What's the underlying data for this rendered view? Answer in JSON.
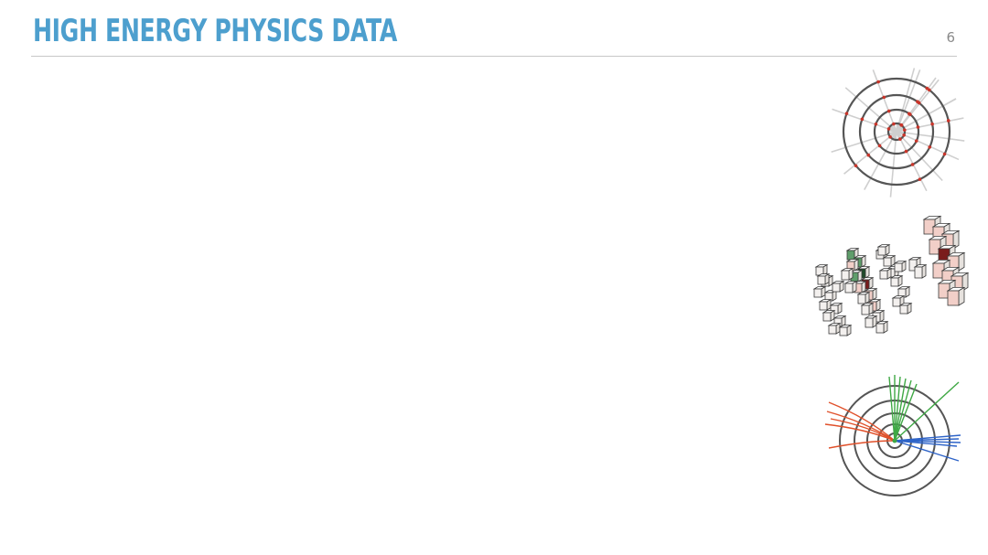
{
  "header": {
    "title": "HIGH ENERGY PHYSICS DATA",
    "page_number": "6"
  },
  "colors": {
    "title": "#4d9fce",
    "rule": "#c8c8c8",
    "page_number": "#8a8a8a",
    "ring": "#555555",
    "track_light": "#cfcfcf",
    "hit_red": "#c9352a",
    "cell_stroke": "#3a3a3a",
    "cell_fill": "#f3f0ee",
    "cell_pink": "#f2cfc8",
    "cell_dark_red": "#7a1c1c",
    "cell_green": "#5f9e6b",
    "cell_dark_green": "#1f4a2a",
    "jet_green": "#3fa845",
    "jet_red": "#e0502a",
    "jet_blue": "#2d63c8"
  },
  "figures": {
    "tracks": {
      "icon": "tracker-hits-diagram"
    },
    "calorimeter": {
      "icon": "calorimeter-cells-diagram"
    },
    "event": {
      "icon": "jet-event-display-diagram"
    }
  }
}
